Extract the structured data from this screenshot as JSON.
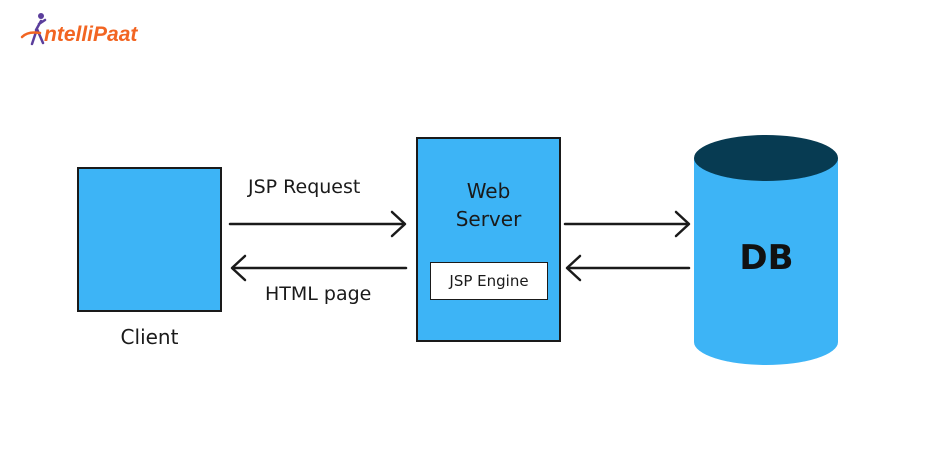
{
  "logo": {
    "text": "ntelliPaat",
    "text_color": "#f26522",
    "figure_color": "#5b3e9c"
  },
  "client": {
    "label": "Client"
  },
  "arrows": {
    "request_label": "JSP Request",
    "response_label": "HTML page"
  },
  "server": {
    "title_line1": "Web",
    "title_line2": "Server",
    "engine_label": "JSP Engine"
  },
  "database": {
    "label": "DB",
    "body_color": "#3db4f6",
    "top_color": "#073b52"
  },
  "colors": {
    "box_fill": "#3db4f6",
    "stroke": "#1a1a1a"
  }
}
